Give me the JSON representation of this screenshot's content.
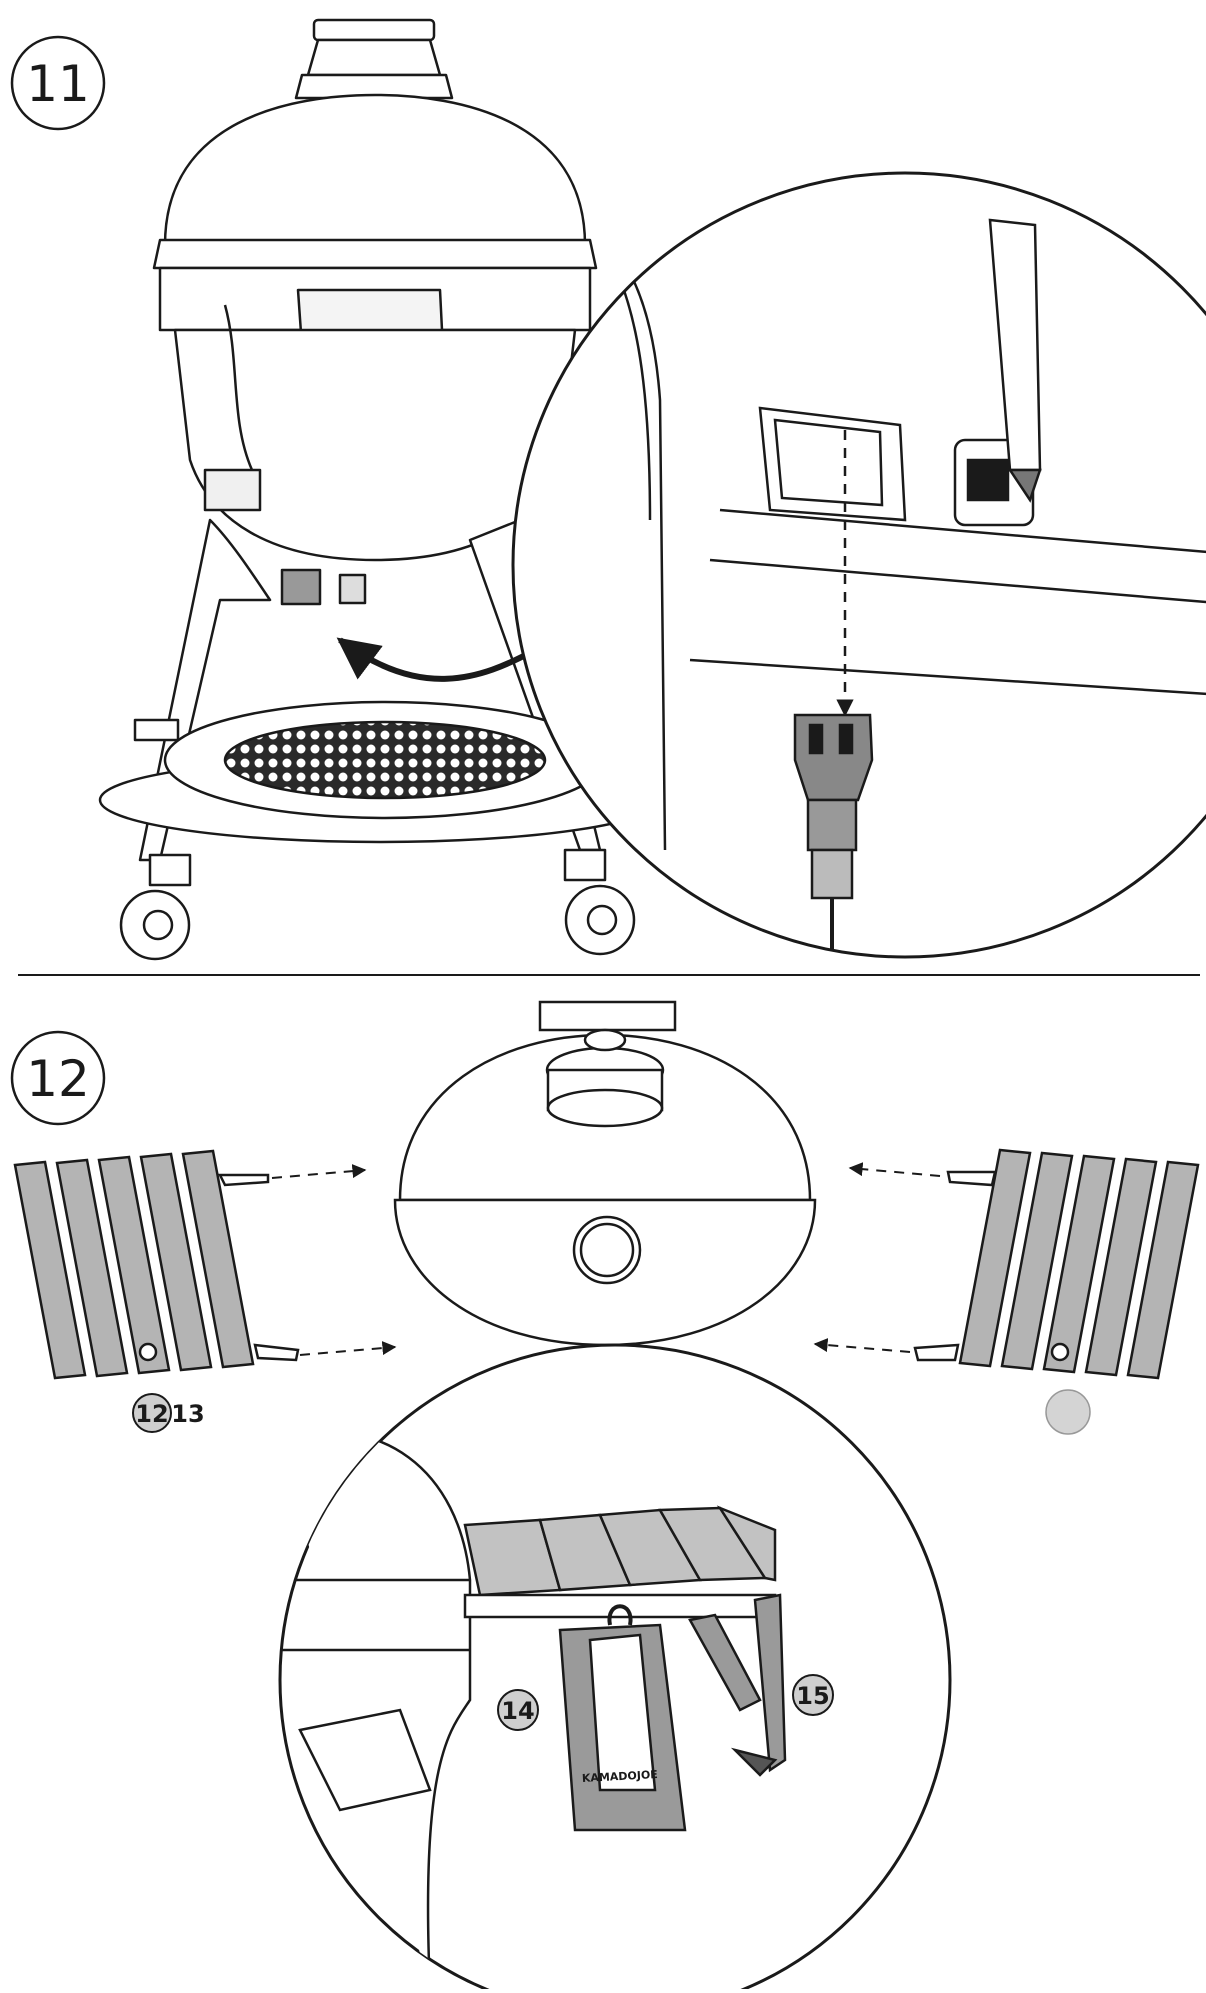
{
  "steps": [
    {
      "number": "11"
    },
    {
      "number": "12"
    }
  ],
  "part_badges": {
    "left_shelf_a": "12",
    "left_shelf_b": "13",
    "utensil_holder": "14",
    "hook": "15"
  },
  "brand_mark": "KAMADOJOE",
  "colors": {
    "line": "#1a1a1a",
    "shelf_fill": "#b4b4b4",
    "part_fill": "#9a9a9a",
    "badge_fill": "#cfcfcf",
    "grate_fill": "#2a2a2a",
    "background": "#ffffff"
  }
}
